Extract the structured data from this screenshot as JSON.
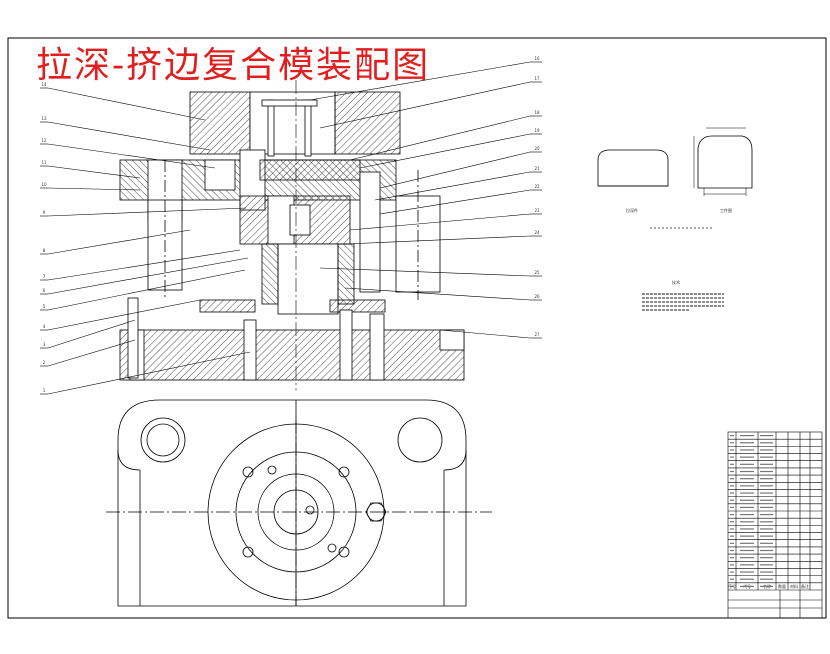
{
  "drawing": {
    "title": "拉深-挤边复合模装配图",
    "title_color": "#e02020",
    "line_color": "#000000",
    "background": "#ffffff"
  },
  "balloons_left": [
    "14",
    "13",
    "12",
    "11",
    "10",
    "9",
    "8",
    "7",
    "6",
    "5",
    "4",
    "3",
    "2",
    "1"
  ],
  "balloons_right": [
    "16",
    "17",
    "18",
    "19",
    "20",
    "21",
    "22",
    "23",
    "24",
    "25",
    "26",
    "27"
  ],
  "tech_notes_title": "技术",
  "part_views": {
    "left_label": "拉深件",
    "right_label": "工件图"
  },
  "bom_rows": 22,
  "title_block": {
    "header": [
      "序号",
      "代号",
      "名称",
      "数量",
      "材料",
      "备注"
    ]
  }
}
